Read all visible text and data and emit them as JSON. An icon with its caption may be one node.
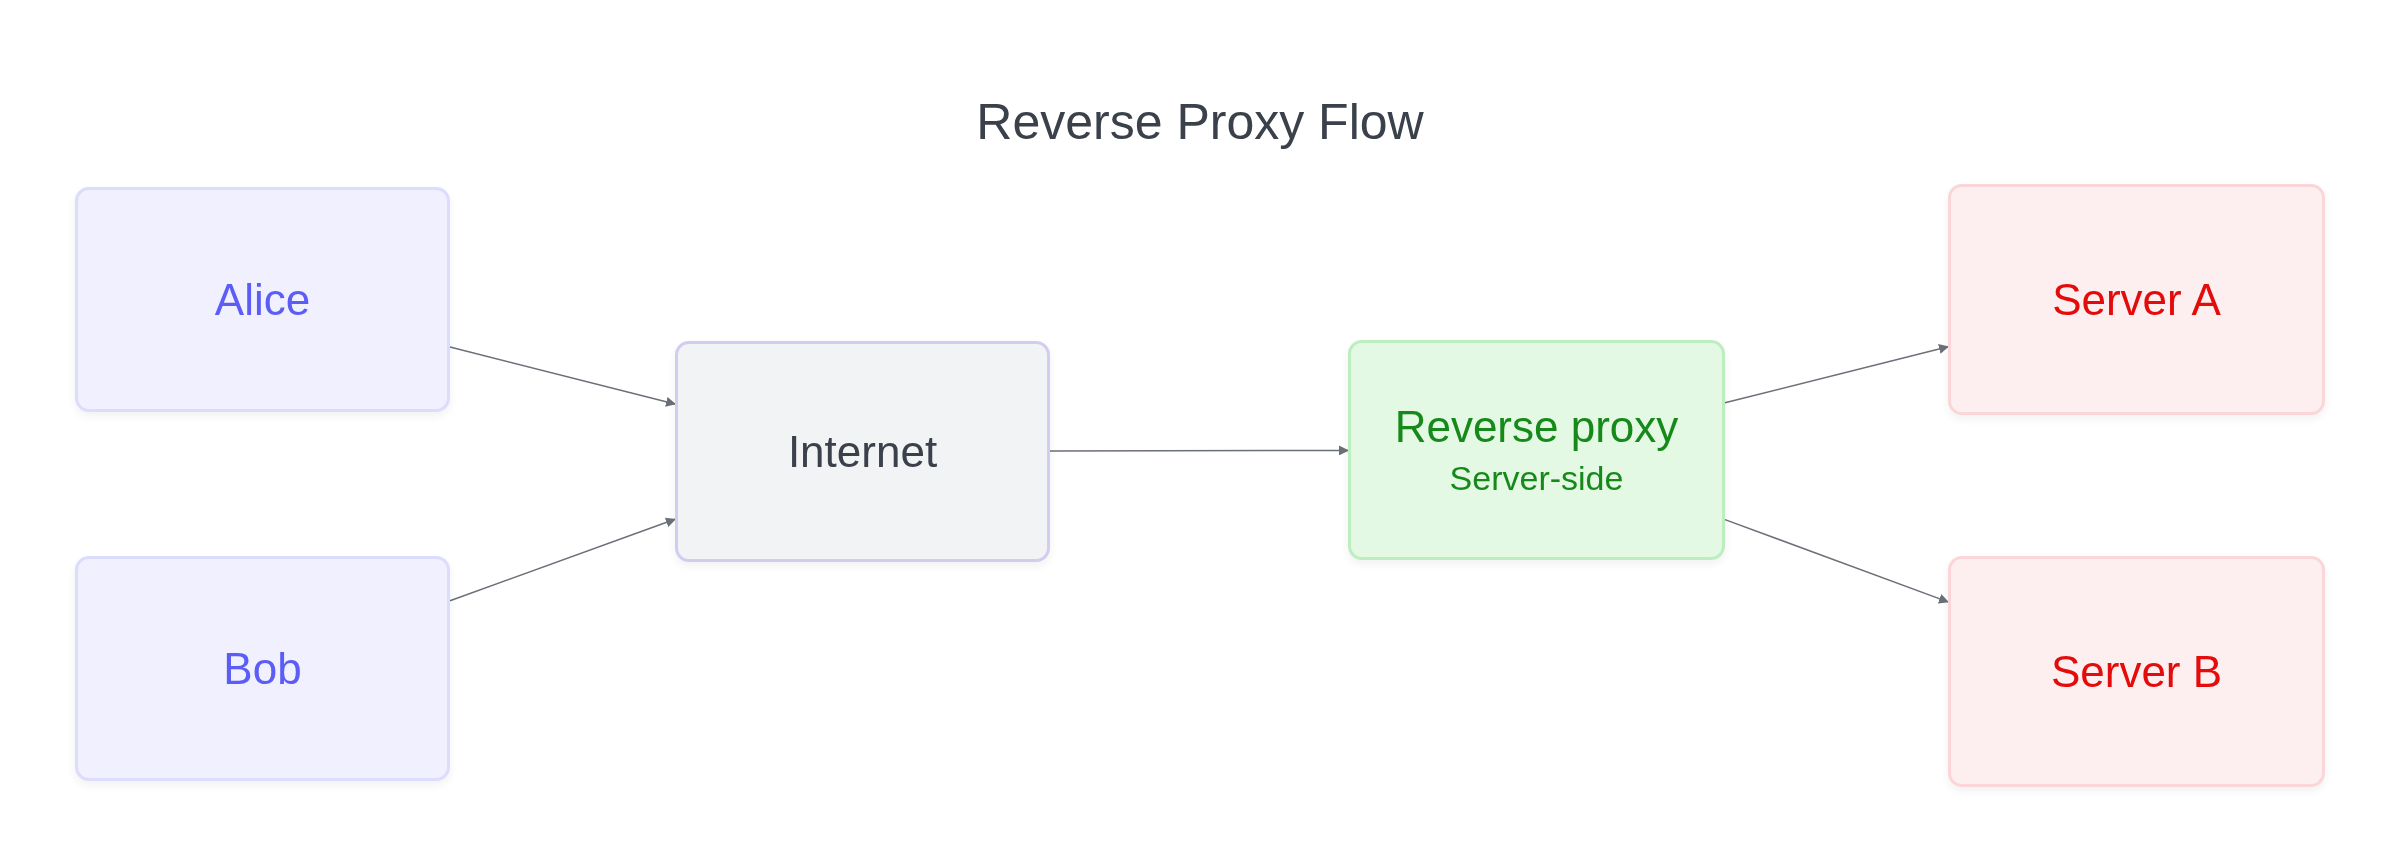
{
  "diagram": {
    "title": "Reverse Proxy Flow",
    "nodes": [
      {
        "text": [
          "Alice"
        ]
      },
      {
        "text": [
          "Bob"
        ]
      },
      {
        "text": [
          "Internet"
        ]
      },
      {
        "text": [
          "Reverse proxy",
          "Server-side"
        ]
      },
      {
        "text": [
          "Server A"
        ]
      },
      {
        "text": [
          "Server B"
        ]
      }
    ],
    "edges": [
      {
        "from": 0,
        "to": 2,
        "arrow": "to"
      },
      {
        "from": 1,
        "to": 2,
        "arrow": "to"
      },
      {
        "from": 2,
        "to": 3,
        "arrow": "to"
      },
      {
        "from": 3,
        "to": 4,
        "arrow": "to"
      },
      {
        "from": 3,
        "to": 5,
        "arrow": "to"
      }
    ]
  }
}
